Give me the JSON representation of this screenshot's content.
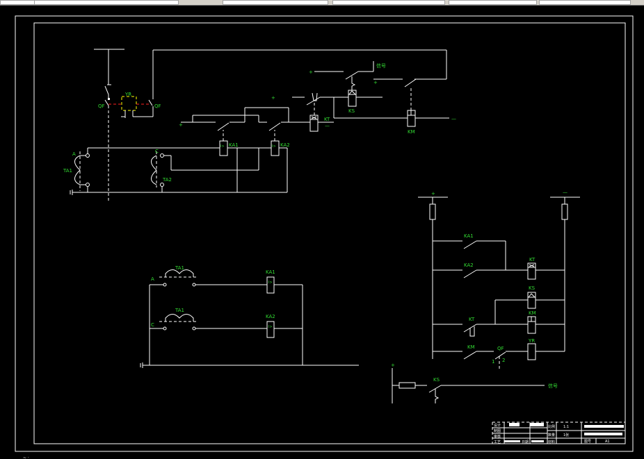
{
  "window": {
    "background": "#000000",
    "line_color": "#ffffff",
    "label_color": "#33dd33"
  },
  "top_circuit": {
    "labels": {
      "qf_left": "QF",
      "qf_right": "QF",
      "yr": "YR",
      "a": "A",
      "c": "C",
      "ta1": "TA1",
      "ta2": "TA2",
      "ka1": "KA1",
      "ka2": "KA2",
      "kt": "KT",
      "ks": "KS",
      "km": "KM",
      "signal": "信号",
      "plus1": "+",
      "plus2": "+",
      "plus3": "+",
      "plus4": "+",
      "minus1": "—",
      "minus2": "—",
      "relay_symbol_1": "I>",
      "relay_symbol_2": "I>"
    }
  },
  "ct_circuit": {
    "labels": {
      "a": "A",
      "c": "C",
      "ta1_top": "TA1",
      "ta1_bottom": "TA1",
      "ka1": "KA1",
      "ka2": "KA2",
      "relay_symbol": "I>"
    }
  },
  "dc_circuit": {
    "labels": {
      "plus": "+",
      "minus": "—",
      "ka1": "KA1",
      "ka2": "KA2",
      "kt_coil": "KT",
      "ks_coil": "KS",
      "km_coil": "KM",
      "kt_contact": "KT",
      "km_contact": "KM",
      "qf": "QF",
      "qf_1": "1",
      "qf_2": "2",
      "yr": "YR"
    }
  },
  "signal_circuit": {
    "labels": {
      "plus": "+",
      "ks": "KS",
      "signal": "信号"
    }
  },
  "title_block": {
    "rows": [
      "设计",
      "制图",
      "审核",
      "工艺"
    ],
    "mid_labels": [
      "比例",
      "数量",
      "材料"
    ],
    "mid_values": [
      "1:1",
      "1张",
      ""
    ],
    "sheet_label": "图号",
    "sheet_value": "A1",
    "date_label": "日期"
  },
  "status": {
    "cursor_text": "~ ·"
  }
}
